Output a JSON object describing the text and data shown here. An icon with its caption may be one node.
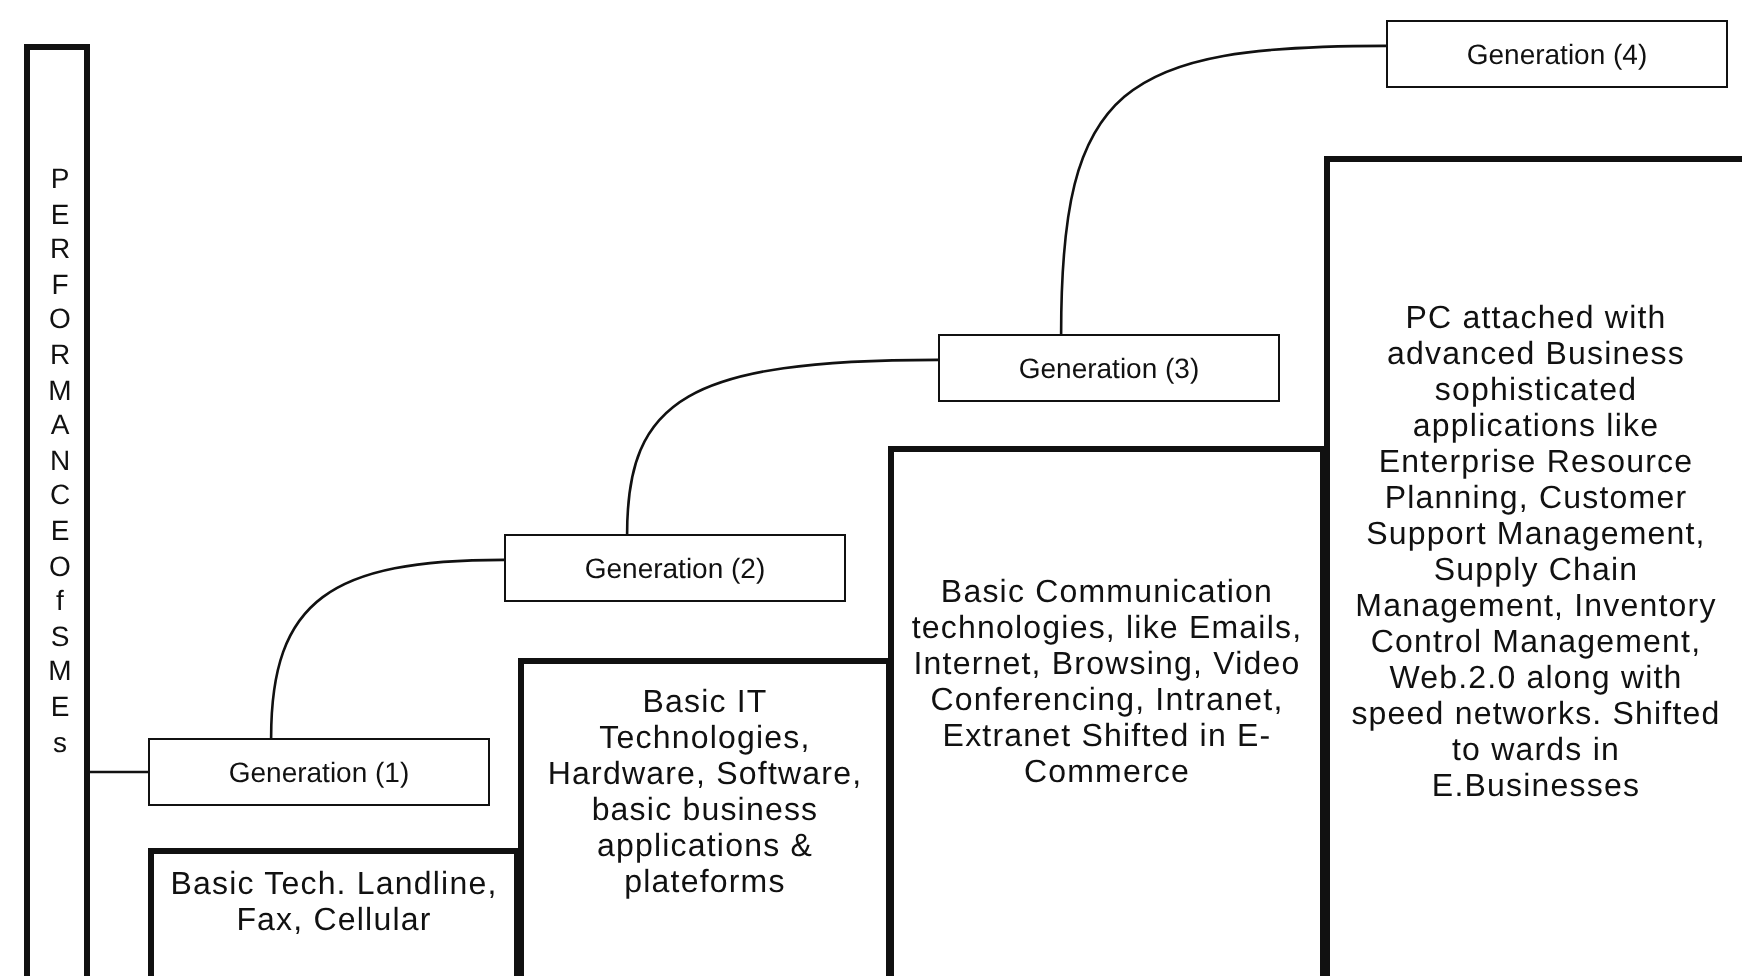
{
  "diagram": {
    "nodes": [
      {
        "text": [
          "PERFORMANCE Of SMEs"
        ]
      },
      {
        "text": [
          "Generation (1)"
        ]
      },
      {
        "text": [
          "Basic Tech. Landline, Fax, Cellular"
        ]
      },
      {
        "text": [
          "Generation (2)"
        ]
      },
      {
        "text": [
          "Basic IT Technologies, Hardware, Software, basic business applications & plateforms"
        ]
      },
      {
        "text": [
          "Generation (3)"
        ]
      },
      {
        "text": [
          "Basic Communication technologies, like Emails, Internet, Browsing, Video Conferencing, Intranet, Extranet Shifted in E-Commerce"
        ]
      },
      {
        "text": [
          "Generation (4)"
        ]
      },
      {
        "text": [
          "PC attached with advanced Business sophisticated applications like Enterprise Resource Planning, Customer Support Management, Supply Chain Management, Inventory Control Management, Web.2.0 along with speed networks. Shifted to wards in E.Businesses"
        ]
      }
    ],
    "edges": [
      {
        "from": 0,
        "to": 1,
        "arrow": "none"
      },
      {
        "from": 1,
        "to": 3,
        "arrow": "none"
      },
      {
        "from": 3,
        "to": 5,
        "arrow": "none"
      },
      {
        "from": 5,
        "to": 7,
        "arrow": "none"
      }
    ]
  }
}
